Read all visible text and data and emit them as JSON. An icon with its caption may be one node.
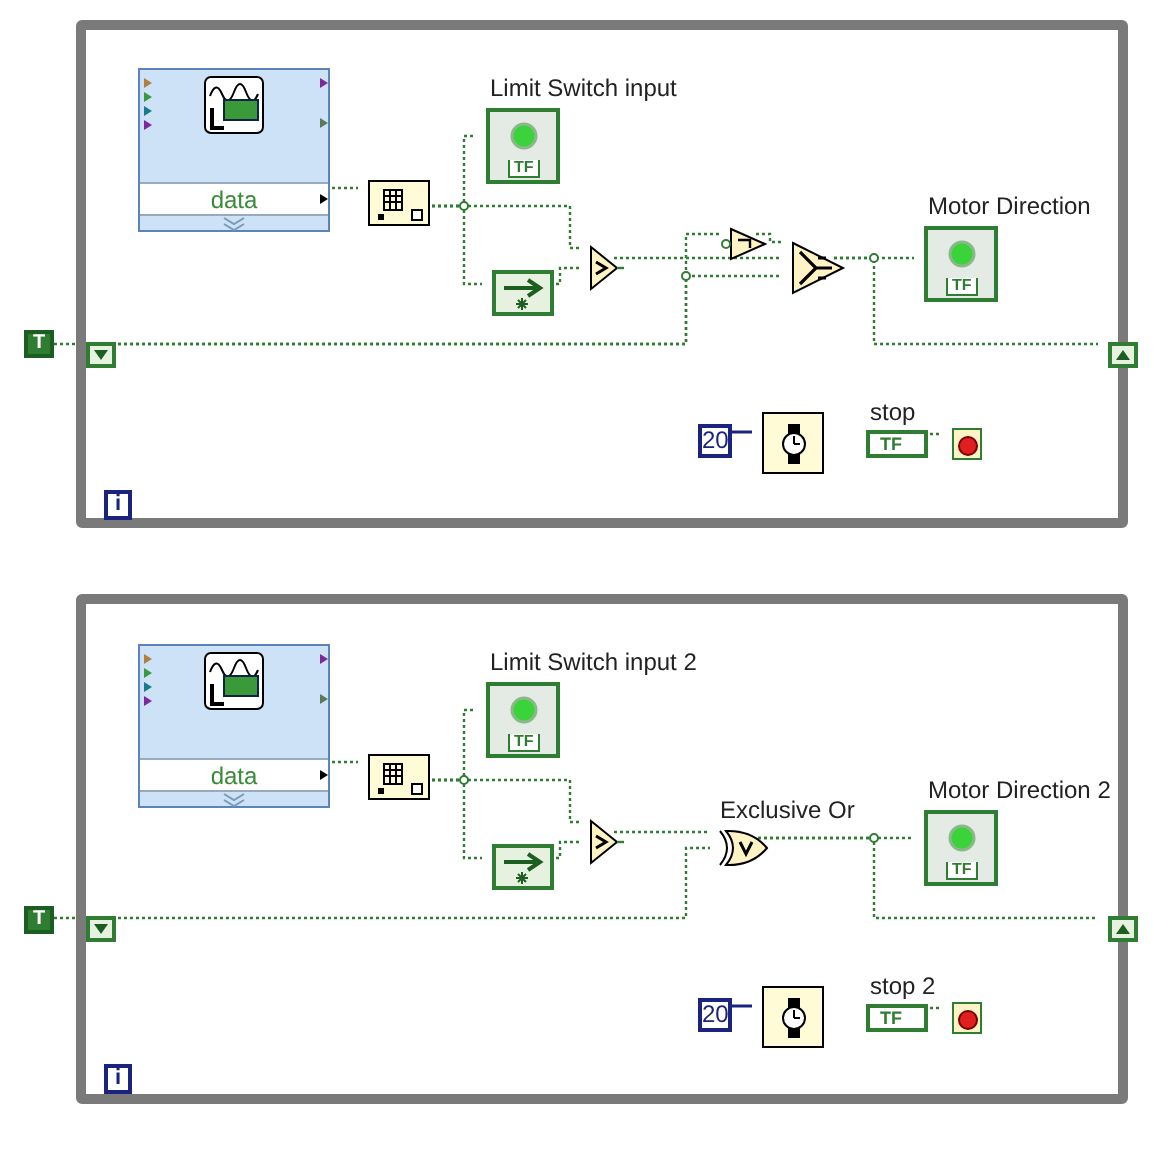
{
  "diagram": {
    "nodes": [
      {
        "text": [],
        "shape": "box"
      },
      {
        "text": [
          "data"
        ],
        "in": 0
      },
      {
        "text": [],
        "shape": "box",
        "in": 0
      },
      {
        "text": [
          "Limit Switch input",
          "TF"
        ],
        "in": 0
      },
      {
        "text": [],
        "shape": "box",
        "in": 0
      },
      {
        "text": [],
        "shape": "triangle",
        "in": 0
      },
      {
        "text": [],
        "shape": "triangle",
        "in": 0
      },
      {
        "text": [],
        "shape": "triangle",
        "in": 0
      },
      {
        "text": [
          "Motor Direction",
          "TF"
        ],
        "in": 0
      },
      {
        "text": [
          "T"
        ]
      },
      {
        "text": [],
        "shape": "box",
        "in": 0
      },
      {
        "text": [],
        "shape": "box",
        "in": 0
      },
      {
        "text": [
          "20"
        ],
        "in": 0
      },
      {
        "text": [],
        "shape": "box",
        "in": 0
      },
      {
        "text": [
          "stop",
          "TF"
        ],
        "in": 0
      },
      {
        "text": [],
        "shape": "box",
        "in": 0
      },
      {
        "text": [
          "i"
        ],
        "in": 0
      },
      {
        "text": [],
        "shape": "box"
      },
      {
        "text": [
          "data"
        ],
        "in": 17
      },
      {
        "text": [],
        "shape": "box",
        "in": 17
      },
      {
        "text": [
          "Limit Switch input 2",
          "TF"
        ],
        "in": 17
      },
      {
        "text": [],
        "shape": "box",
        "in": 17
      },
      {
        "text": [],
        "shape": "triangle",
        "in": 17
      },
      {
        "text": [
          "Exclusive Or"
        ],
        "in": 17
      },
      {
        "text": [
          "Motor Direction 2",
          "TF"
        ],
        "in": 17
      },
      {
        "text": [
          "T"
        ]
      },
      {
        "text": [],
        "shape": "box",
        "in": 17
      },
      {
        "text": [],
        "shape": "box",
        "in": 17
      },
      {
        "text": [
          "20"
        ],
        "in": 17
      },
      {
        "text": [],
        "shape": "box",
        "in": 17
      },
      {
        "text": [
          "stop 2",
          "TF"
        ],
        "in": 17
      },
      {
        "text": [],
        "shape": "box",
        "in": 17
      },
      {
        "text": [
          "i"
        ],
        "in": 17
      }
    ],
    "edges": [
      {
        "from": 1,
        "to": 2,
        "arrow": "none",
        "style": "dashed"
      },
      {
        "from": 2,
        "to": 3,
        "arrow": "none",
        "style": "dashed"
      },
      {
        "from": 2,
        "to": 5,
        "arrow": "none",
        "style": "dashed"
      },
      {
        "from": 2,
        "to": 4,
        "arrow": "none",
        "style": "dashed"
      },
      {
        "from": 4,
        "to": 5,
        "arrow": "none",
        "style": "dashed"
      },
      {
        "from": 5,
        "to": 7,
        "arrow": "none",
        "style": "dashed"
      },
      {
        "from": 6,
        "to": 7,
        "arrow": "none",
        "style": "dashed"
      },
      {
        "from": 10,
        "to": 6,
        "arrow": "none",
        "style": "dashed"
      },
      {
        "from": 10,
        "to": 7,
        "arrow": "none",
        "style": "dashed"
      },
      {
        "from": 7,
        "to": 8,
        "arrow": "none",
        "style": "dashed"
      },
      {
        "from": 7,
        "to": 11,
        "arrow": "none",
        "style": "dashed"
      },
      {
        "from": 9,
        "to": 10,
        "arrow": "none",
        "style": "dashed"
      },
      {
        "from": 12,
        "to": 13,
        "arrow": "none",
        "color": "#1a237e"
      },
      {
        "from": 14,
        "to": 15,
        "arrow": "none",
        "style": "dashed"
      },
      {
        "from": 18,
        "to": 19,
        "arrow": "none",
        "style": "dashed"
      },
      {
        "from": 19,
        "to": 20,
        "arrow": "none",
        "style": "dashed"
      },
      {
        "from": 19,
        "to": 22,
        "arrow": "none",
        "style": "dashed"
      },
      {
        "from": 19,
        "to": 21,
        "arrow": "none",
        "style": "dashed"
      },
      {
        "from": 21,
        "to": 22,
        "arrow": "none",
        "style": "dashed"
      },
      {
        "from": 22,
        "to": 23,
        "arrow": "none",
        "style": "dashed"
      },
      {
        "from": 26,
        "to": 23,
        "arrow": "none",
        "style": "dashed"
      },
      {
        "from": 23,
        "to": 24,
        "arrow": "none",
        "style": "dashed"
      },
      {
        "from": 23,
        "to": 27,
        "arrow": "none",
        "style": "dashed"
      },
      {
        "from": 25,
        "to": 26,
        "arrow": "none",
        "style": "dashed"
      },
      {
        "from": 28,
        "to": 29,
        "arrow": "none",
        "color": "#1a237e"
      },
      {
        "from": 30,
        "to": 31,
        "arrow": "none",
        "style": "dashed"
      }
    ]
  }
}
